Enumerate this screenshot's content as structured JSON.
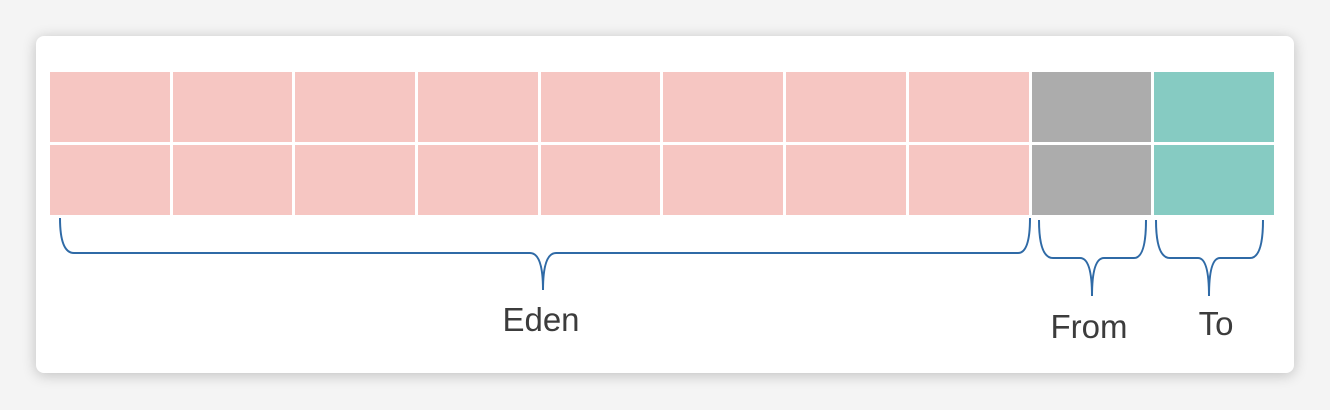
{
  "diagram": {
    "regions": [
      {
        "key": "eden",
        "label": "Eden",
        "columns": 8,
        "color": "#f6c6c2"
      },
      {
        "key": "from",
        "label": "From",
        "columns": 1,
        "color": "#acacac"
      },
      {
        "key": "to",
        "label": "To",
        "columns": 1,
        "color": "#86cbc2"
      }
    ],
    "rows": 2,
    "brace_color": "#2f6aa6"
  }
}
